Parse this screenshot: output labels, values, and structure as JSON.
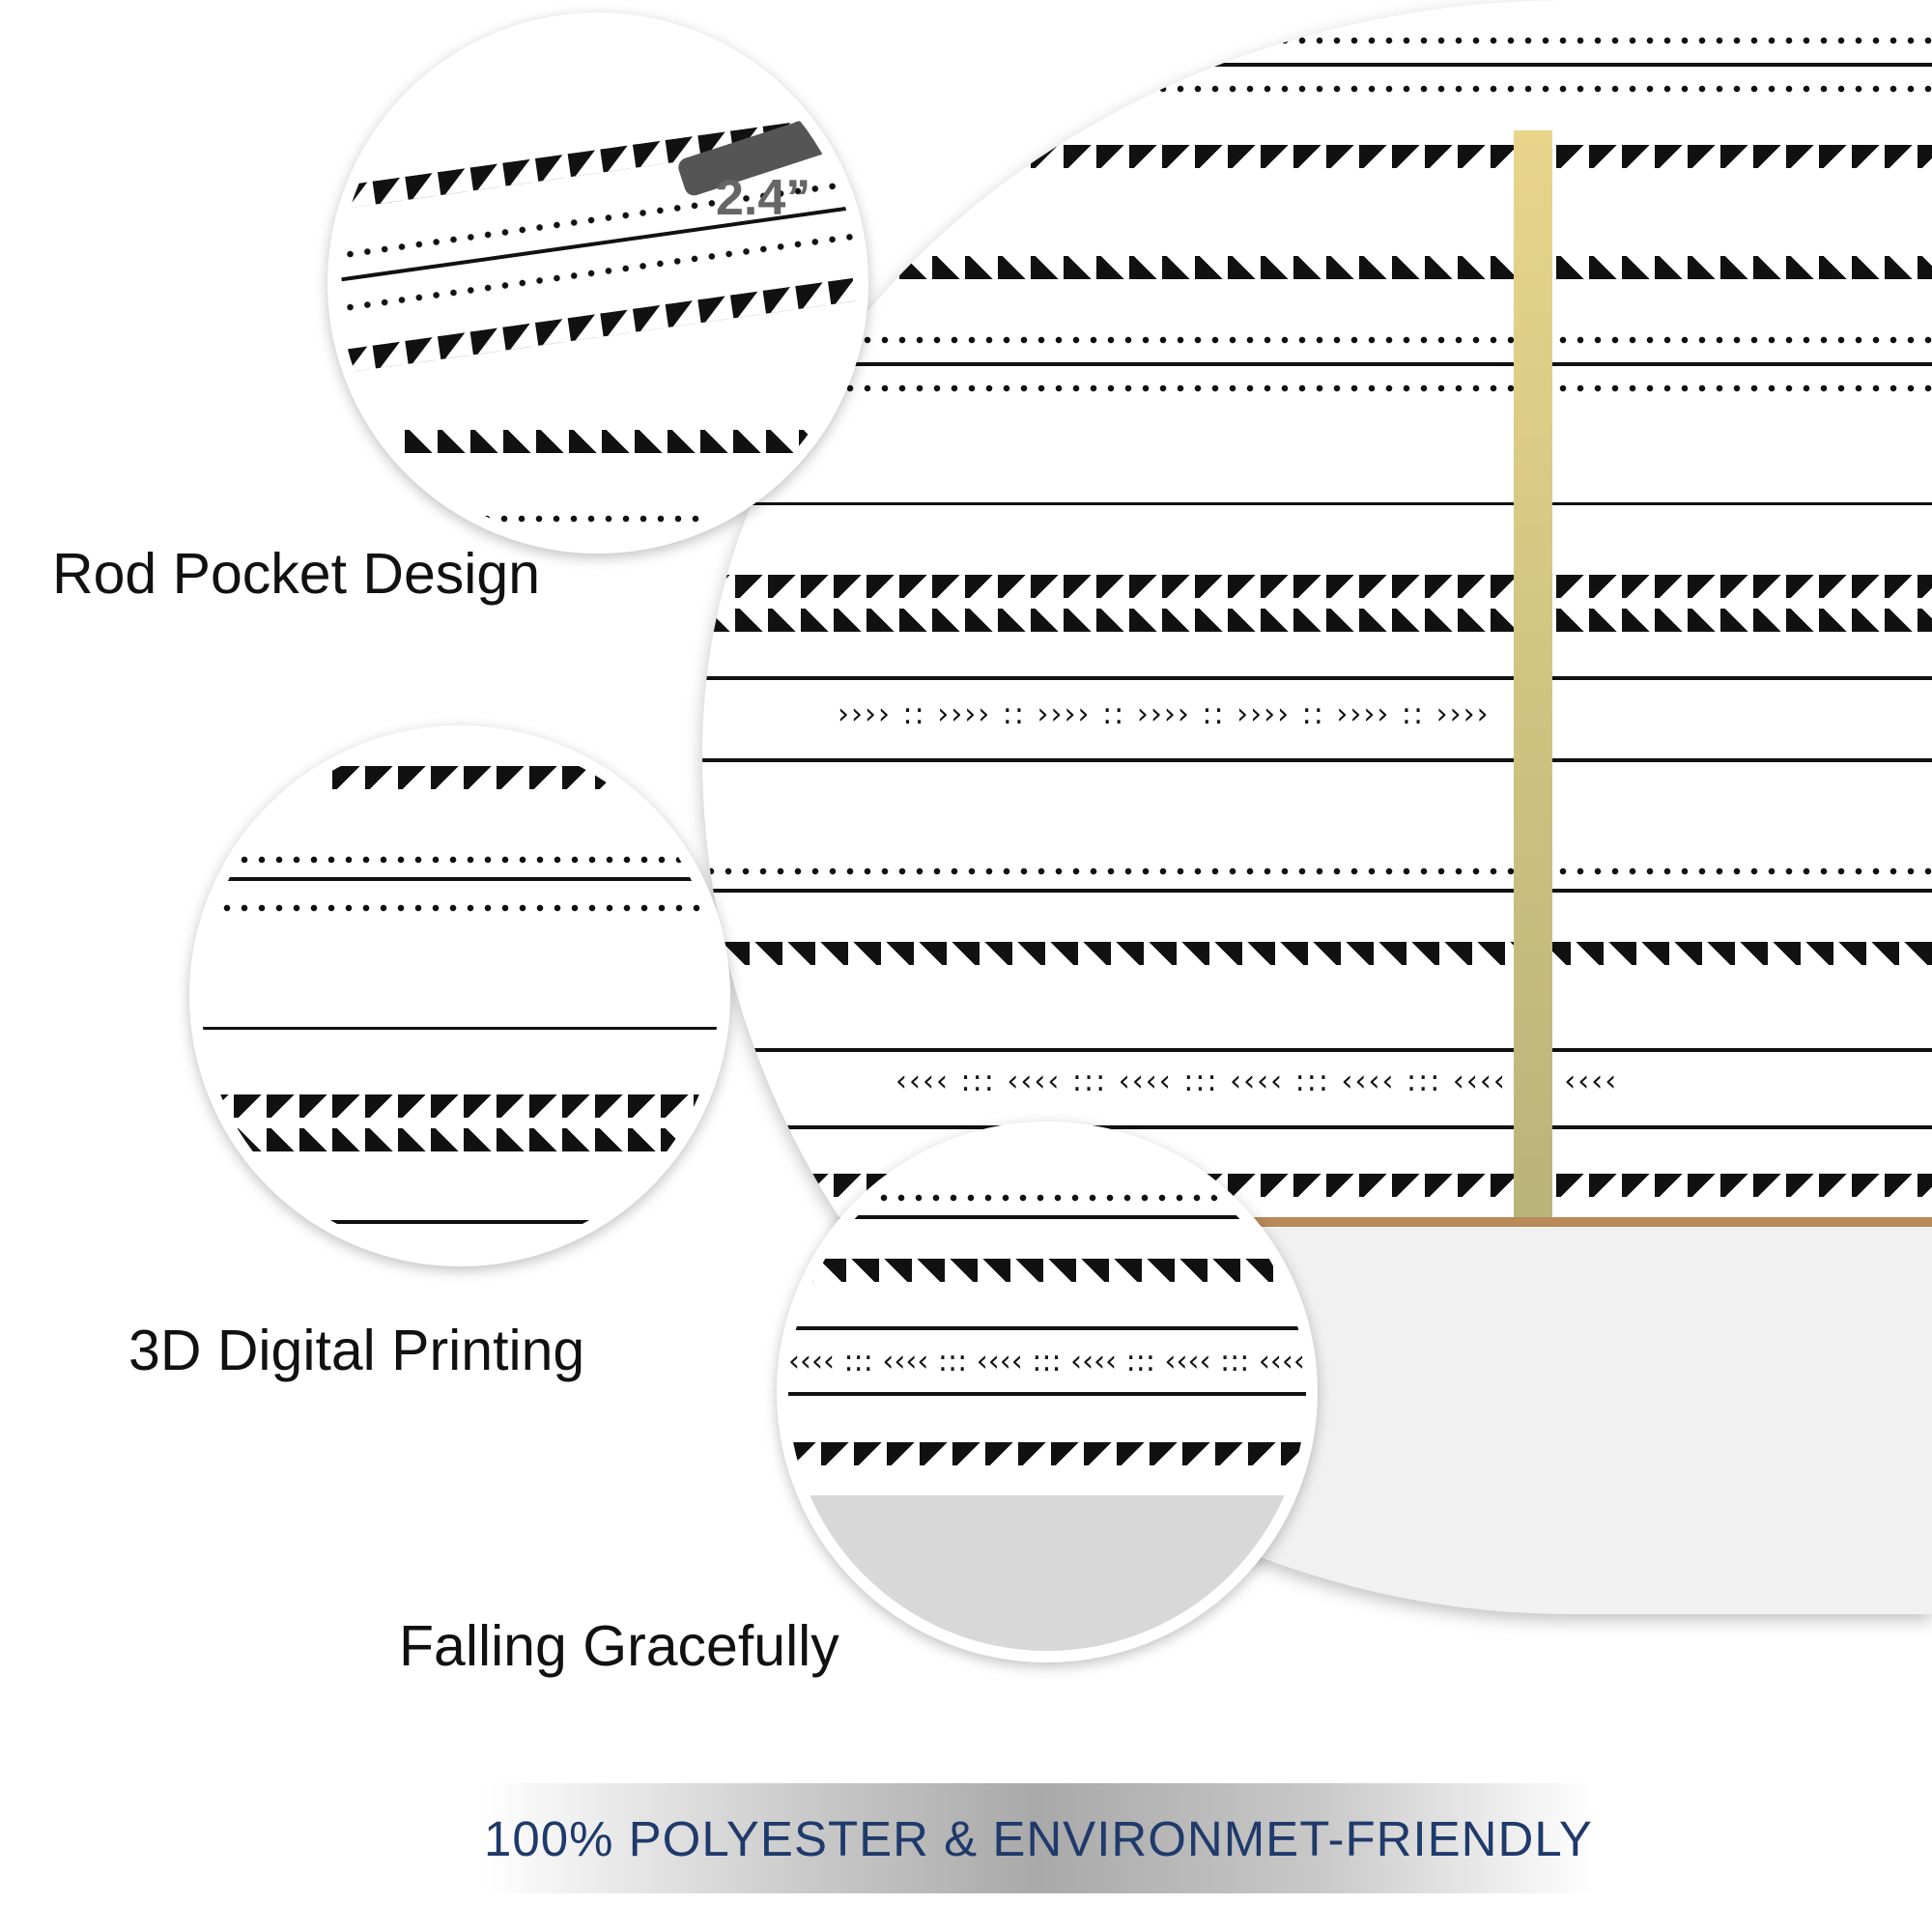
{
  "features": [
    {
      "label": "Rod Pocket Design",
      "annotation": "2.4”"
    },
    {
      "label": "3D Digital Printing"
    },
    {
      "label": "Falling Gracefully"
    }
  ],
  "banner": {
    "text": "100% POLYESTER & ENVIRONMET-FRIENDLY"
  },
  "colors": {
    "banner_text": "#1f3a6b",
    "pattern": "#111111"
  },
  "pattern": {
    "chevrons_right": "›››› :: ›››› :: ›››› :: ›››› :: ›››› :: ›››› :: ››››",
    "chevrons_left": "‹‹‹‹ ::: ‹‹‹‹ ::: ‹‹‹‹ ::: ‹‹‹‹ ::: ‹‹‹‹ ::: ‹‹‹‹ ::: ‹‹‹‹"
  }
}
